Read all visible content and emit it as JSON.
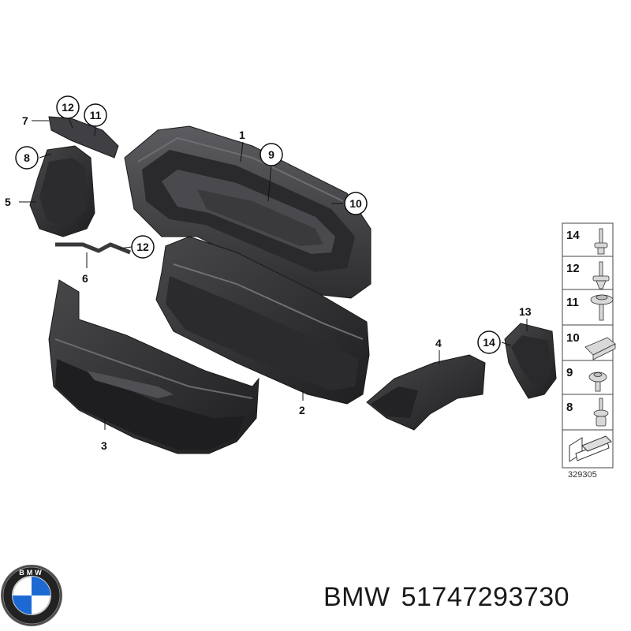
{
  "callouts": {
    "c1": "1",
    "c2": "2",
    "c3": "3",
    "c4": "4",
    "c5": "5",
    "c6": "6",
    "c7": "7",
    "c8": "8",
    "c9": "9",
    "c10": "10",
    "c11": "11",
    "c12a": "12",
    "c12b": "12",
    "c13": "13",
    "c14": "14"
  },
  "legend": [
    "14",
    "12",
    "11",
    "10",
    "9",
    "8"
  ],
  "reference_number": "329305",
  "caption": {
    "brand": "BMW",
    "part_number": "51747293730"
  },
  "logo": {
    "text": "BMW"
  },
  "colors": {
    "part_fill": "#3a3a3c",
    "part_dark": "#232325",
    "part_light": "#5a5a5d",
    "line": "#222222",
    "bmw_blue": "#1c69d4"
  }
}
